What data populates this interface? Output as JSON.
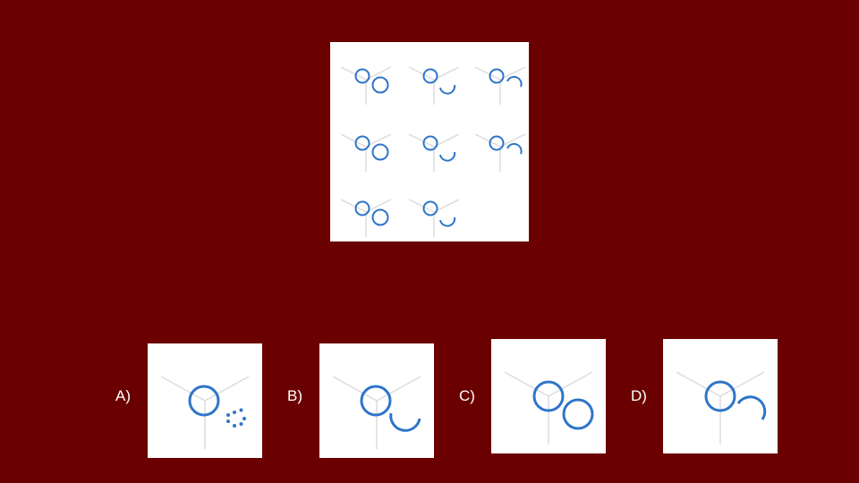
{
  "colors": {
    "background": "#6b0000",
    "panel": "#ffffff",
    "line": "#dcdcdc",
    "shape": "#2e75c8"
  },
  "puzzle": {
    "rows": [
      [
        "circle",
        "arc-bottom",
        "arc-top"
      ],
      [
        "circle",
        "arc-bottom",
        "arc-top"
      ],
      [
        "circle",
        "arc-bottom",
        "empty"
      ]
    ]
  },
  "options": [
    {
      "label": "A)",
      "shape": "dots"
    },
    {
      "label": "B)",
      "shape": "arc-bottom"
    },
    {
      "label": "C)",
      "shape": "circle"
    },
    {
      "label": "D)",
      "shape": "arc-top"
    }
  ]
}
